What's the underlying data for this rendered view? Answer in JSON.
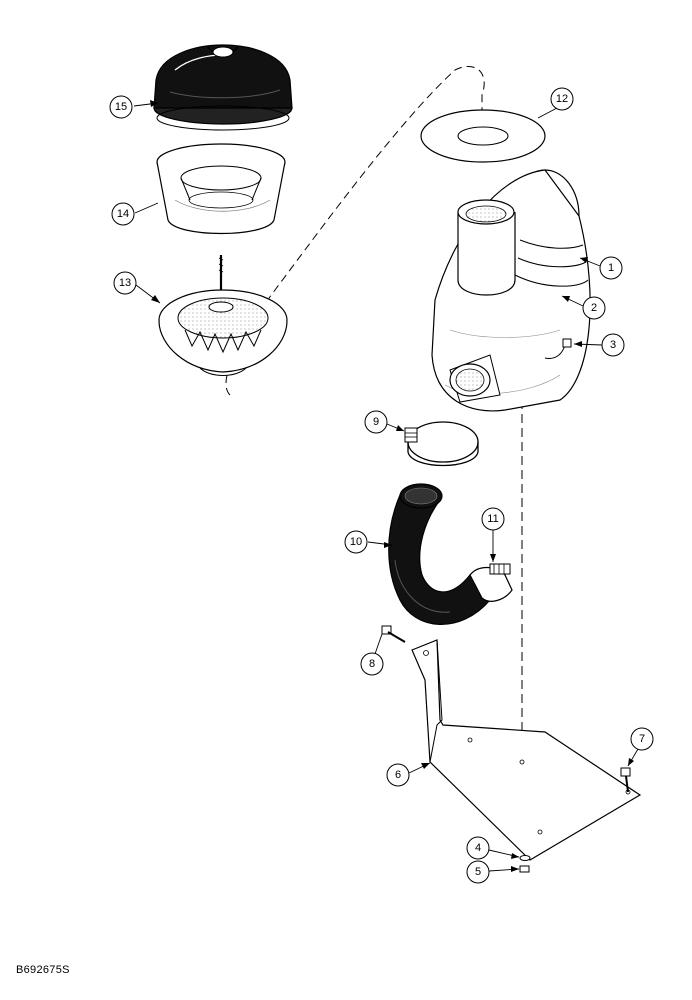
{
  "diagram": {
    "drawing_id": "B692675S",
    "colors": {
      "line": "#000000",
      "hose": "#111111",
      "paper": "#ffffff"
    },
    "callouts": [
      {
        "label": "1",
        "part": "air-cleaner-housing"
      },
      {
        "label": "2",
        "part": "filter-element"
      },
      {
        "label": "3",
        "part": "bolt"
      },
      {
        "label": "4",
        "part": "washer"
      },
      {
        "label": "5",
        "part": "nut"
      },
      {
        "label": "6",
        "part": "mounting-bracket"
      },
      {
        "label": "7",
        "part": "bracket-bolt"
      },
      {
        "label": "8",
        "part": "bolt"
      },
      {
        "label": "9",
        "part": "hose-clamp"
      },
      {
        "label": "10",
        "part": "hose"
      },
      {
        "label": "11",
        "part": "hose-clamp"
      },
      {
        "label": "12",
        "part": "gasket"
      },
      {
        "label": "13",
        "part": "precleaner-base"
      },
      {
        "label": "14",
        "part": "bowl"
      },
      {
        "label": "15",
        "part": "cap"
      }
    ]
  }
}
